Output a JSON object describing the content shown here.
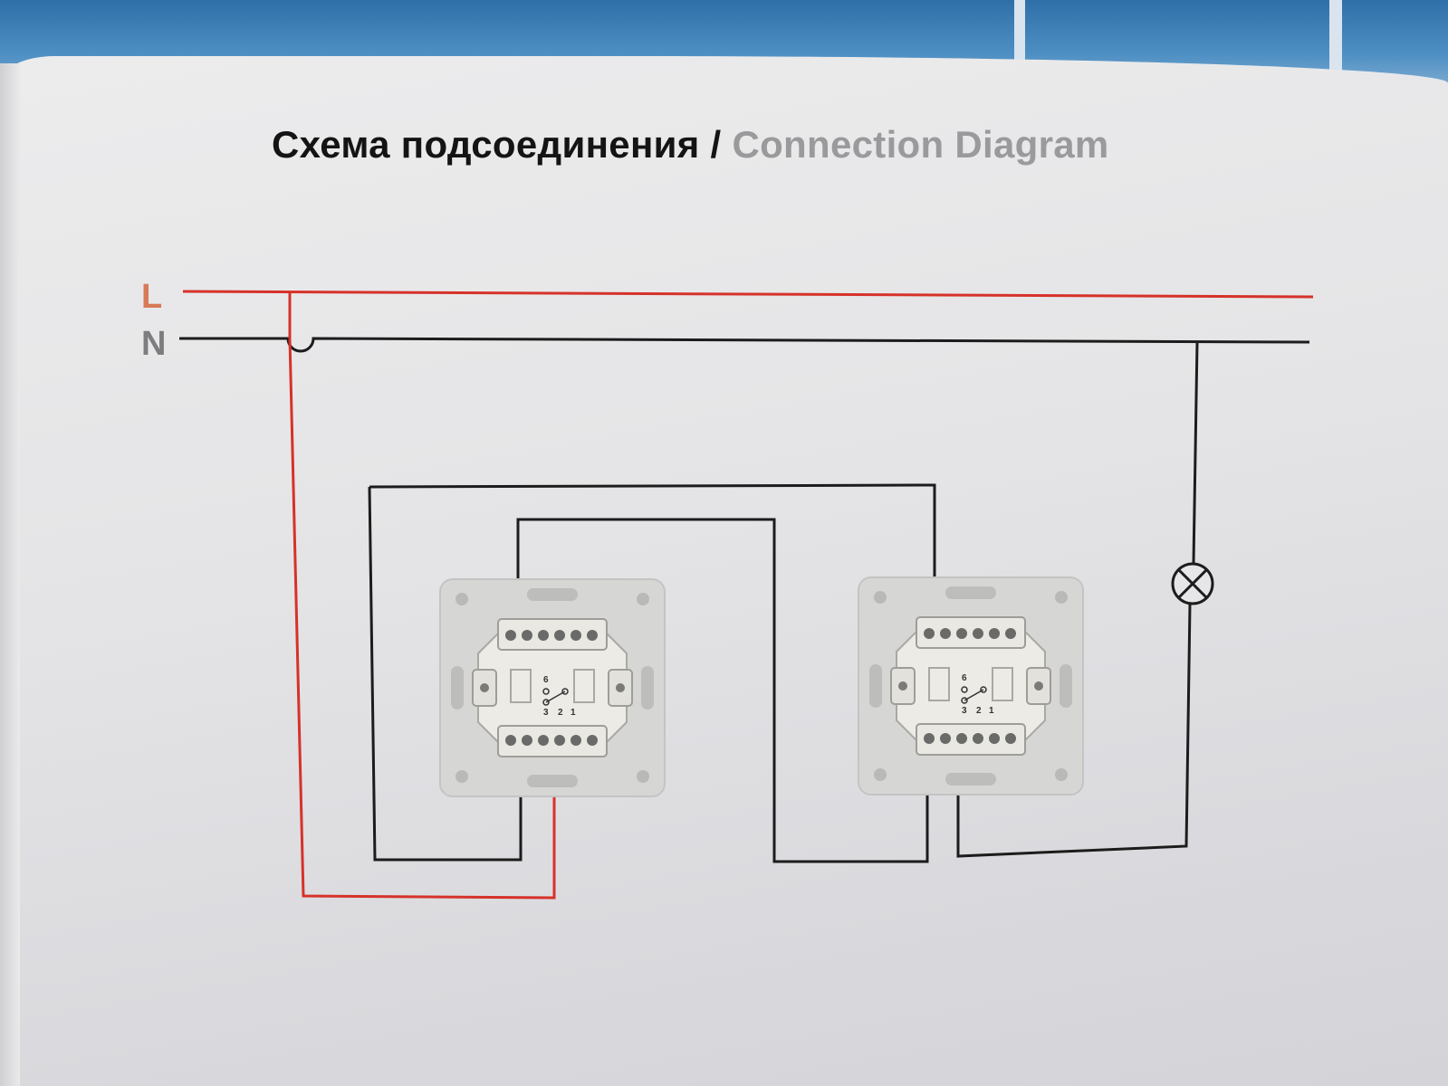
{
  "title": {
    "ru": "Схема подсоединения",
    "separator": " / ",
    "en": "Connection Diagram"
  },
  "labels": {
    "line": "L",
    "neutral": "N"
  },
  "switch_terminals": {
    "left_col": [
      "6",
      "3"
    ],
    "right_col": [
      "2",
      "1"
    ]
  },
  "colors": {
    "phase_wire": "#d6322a",
    "neutral_wire": "#1c1c1c",
    "label_L": "#d77a55",
    "label_N": "#7d7d80",
    "title_en": "#9a9a9c"
  },
  "icons": {
    "lamp": "lamp-icon",
    "switch": "switch-mechanism-icon"
  }
}
